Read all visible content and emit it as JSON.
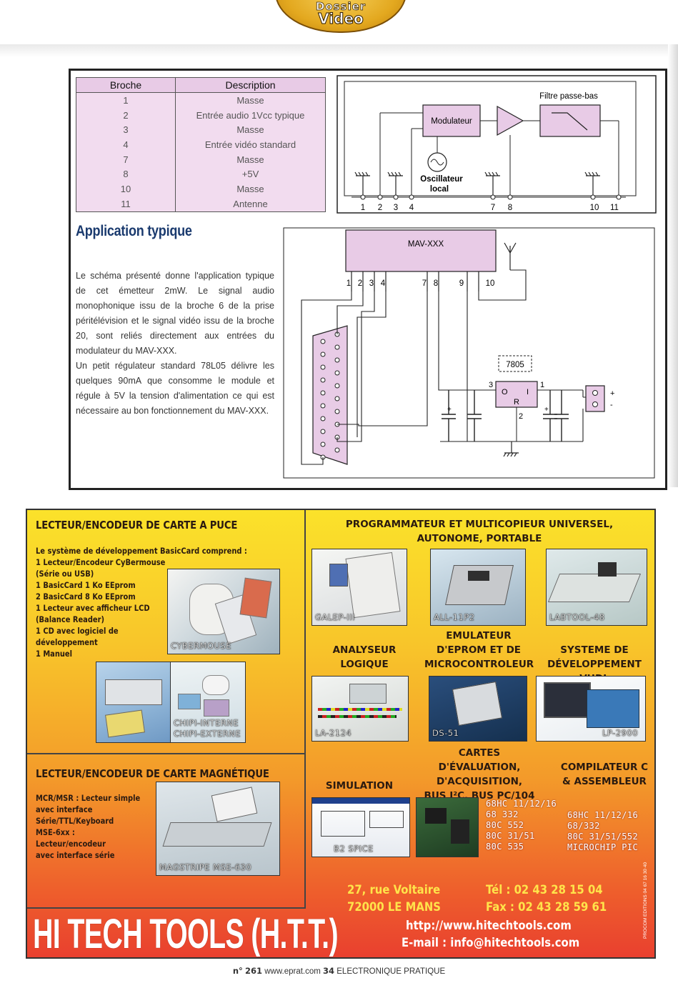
{
  "header": {
    "line1": "Dossier",
    "line2": "Video"
  },
  "pin_table": {
    "col_pin": "Broche",
    "col_desc": "Description",
    "rows": [
      {
        "pin": "1",
        "desc": "Masse"
      },
      {
        "pin": "2",
        "desc": "Entrée audio 1Vcc typique"
      },
      {
        "pin": "3",
        "desc": "Masse"
      },
      {
        "pin": "4",
        "desc": "Entrée vidéo standard"
      },
      {
        "pin": "7",
        "desc": "Masse"
      },
      {
        "pin": "8",
        "desc": "+5V"
      },
      {
        "pin": "10",
        "desc": "Masse"
      },
      {
        "pin": "11",
        "desc": "Antenne"
      }
    ]
  },
  "block_diagram": {
    "filter_title": "Filtre passe-bas",
    "modulator": "Modulateur",
    "oscillator_1": "Oscillateur",
    "oscillator_2": "local",
    "pins": [
      "1",
      "2",
      "3",
      "4",
      "7",
      "8",
      "10",
      "11"
    ]
  },
  "article": {
    "title": "Application typique",
    "para1": "Le schéma présenté donne l'application typique de cet émetteur 2mW. Le signal audio monophonique issu de la broche 6 de la prise péritélévision et le signal vidéo issu de la broche 20, sont reliés directement aux entrées du modulateur du MAV-XXX.",
    "para2": "Un petit régulateur standard 78L05 délivre les quelques 90mA que consomme le module et régule à 5V la tension d'alimentation ce qui est nécessaire au bon fonctionnement du MAV-XXX."
  },
  "schematic": {
    "module": "MAV-XXX",
    "pins": [
      "1",
      "2",
      "3",
      "4",
      "7",
      "8",
      "9",
      "10"
    ],
    "regulator": "7805",
    "reg_pins": [
      "3",
      "1",
      "2"
    ],
    "reg_letters": [
      "O",
      "I",
      "R"
    ],
    "plus": "+",
    "minus": "-"
  },
  "ad": {
    "smartcard": {
      "title": "LECTEUR/ENCODEUR DE CARTE A PUCE",
      "lines": [
        "Le système de développement BasicCard comprend :",
        "1 Lecteur/Encodeur CyBermouse",
        "(Série ou USB)",
        "1 BasicCard 1 Ko EEprom",
        "2 BasicCard 8 Ko EEprom",
        "1 Lecteur avec afficheur LCD",
        "(Balance Reader)",
        "1 CD avec logiciel de",
        "développement",
        "1 Manuel"
      ],
      "photo_cybermouse": "CYBERMOUSE",
      "photo_chipi_1": "CHIPI-INTERNE",
      "photo_chipi_2": "CHIPI-EXTERNE"
    },
    "magcard": {
      "title": "LECTEUR/ENCODEUR DE CARTE MAGNÉTIQUE",
      "lines": [
        "MCR/MSR : Lecteur simple",
        "avec interface",
        "Série/TTL/Keyboard",
        "MSE-6xx :",
        "Lecteur/encodeur",
        "avec interface série"
      ],
      "photo": "MAGSTRIPE MSE-630"
    },
    "programmer": {
      "title_1": "PROGRAMMATEUR ET MULTICOPIEUR UNIVERSEL,",
      "title_2": "AUTONOME, PORTABLE",
      "photo_1": "GALEP-III",
      "photo_2": "ALL-11P2",
      "photo_3": "LABTOOL-48"
    },
    "analyzer": {
      "title_1": "ANALYSEUR",
      "title_2": "LOGIQUE",
      "photo": "LA-2124"
    },
    "emulator": {
      "title_1": "EMULATEUR",
      "title_2": "D'EPROM ET DE",
      "title_3": "MICROCONTROLEUR",
      "photo": "DS-51"
    },
    "vhdl": {
      "title_1": "SYSTEME DE",
      "title_2": "DÉVELOPPEMENT VHDL",
      "photo": "LP-2900"
    },
    "simulation": {
      "title": "SIMULATION",
      "photo": "B2 SPICE"
    },
    "eval": {
      "title_1": "CARTES D'ÉVALUATION,",
      "title_2": "D'ACQUISITION,",
      "title_3": "BUS I²C, BUS PC/104",
      "list": "68HC 11/12/16\n68 332\n80C 552\n80C 31/51\n80C 535"
    },
    "compiler": {
      "title_1": "COMPILATEUR C",
      "title_2": "& ASSEMBLEUR",
      "list": "68HC 11/12/16\n68/332\n80C 31/51/552\nMICROCHIP PIC"
    },
    "company": "HI TECH TOOLS (H.T.T.)",
    "address_1": "27, rue Voltaire",
    "address_2": "72000 LE MANS",
    "phone": "Tél : 02 43 28 15 04",
    "fax": "Fax : 02 43 28 59 61",
    "web": "http://www.hitechtools.com",
    "email": "E-mail : info@hitechtools.com",
    "credit": "PROCOM EDITIONS 04 67 16 30 40"
  },
  "footer": {
    "issue_prefix": "n°",
    "issue": "261",
    "site": "www.eprat.com",
    "page": "34",
    "magazine": "ELECTRONIQUE PRATIQUE"
  },
  "colors": {
    "table_header": "#e8cbe6",
    "table_cell": "#f2dcef",
    "title_blue": "#1a3a6e",
    "ad_yellow": "#fbe22a",
    "ad_red": "#e9402f",
    "contact_yellow": "#ffe44a"
  }
}
